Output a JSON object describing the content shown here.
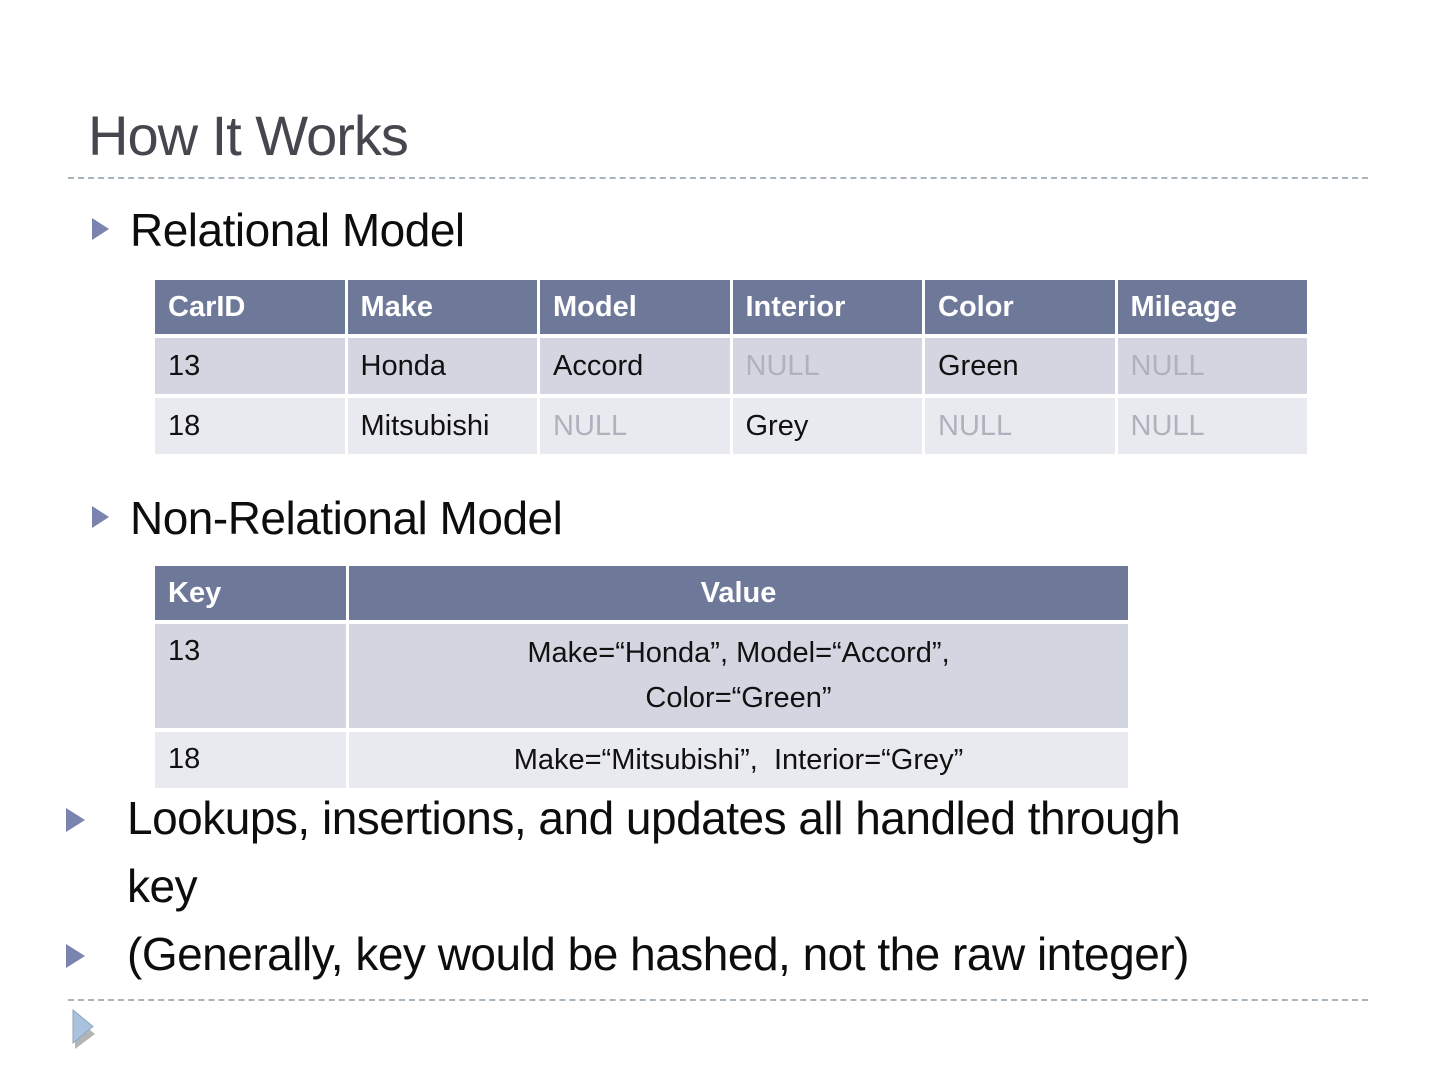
{
  "slide": {
    "title": "How It Works",
    "bullets": [
      {
        "text": "Relational Model"
      },
      {
        "text": "Non-Relational Model"
      },
      {
        "text": "Lookups, insertions, and updates all handled through\nkey"
      },
      {
        "text": "(Generally, key would be hashed, not the raw integer)"
      }
    ]
  },
  "relational_table": {
    "headers": [
      "CarID",
      "Make",
      "Model",
      "Interior",
      "Color",
      "Mileage"
    ],
    "align": [
      "left",
      "left",
      "left",
      "left",
      "left",
      "left"
    ],
    "rows": [
      [
        "13",
        "Honda",
        "Accord",
        "NULL",
        "Green",
        "NULL"
      ],
      [
        "18",
        "Mitsubishi",
        "NULL",
        "Grey",
        "NULL",
        "NULL"
      ]
    ]
  },
  "kv_table": {
    "headers": [
      "Key",
      "Value"
    ],
    "align": [
      "left",
      "center"
    ],
    "rows": [
      [
        "13",
        "Make=“Honda”, Model=“Accord”,\nColor=“Green”"
      ],
      [
        "18",
        "Make=“Mitsubishi”,  Interior=“Grey”"
      ]
    ]
  },
  "null_marker": "NULL",
  "colors": {
    "title_text": "#46464F",
    "divider": "#A9B3BB",
    "bullet_triangle": "#7B84AE",
    "table_header_bg": "#6E7999",
    "table_header_text": "#FFFFFF",
    "row_odd_bg": "#D3D5E0",
    "row_even_bg": "#E9EAF0",
    "null_text": "#AFB1BD",
    "nav_arrow": "#A9C3DF",
    "nav_arrow_shadow": "#9B9B9B"
  },
  "icons": {
    "bullet": "triangle-right-icon",
    "nav": "next-slide-arrow-icon"
  }
}
